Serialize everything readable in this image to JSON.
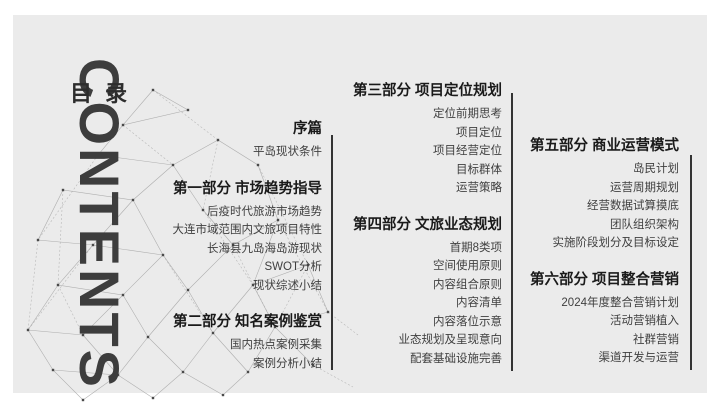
{
  "slide": {
    "title_en": "CONTENTS",
    "title_zh": "目录",
    "colors": {
      "page_background": "#ffffff",
      "slide_background": "#ebebeb",
      "title_en": "#3d3d3d",
      "title_zh": "#2d2d2d",
      "section_title": "#1a1a1a",
      "item_text": "#3f3f3f",
      "divider": "#333333",
      "network_line": "#a3a3a3",
      "network_node": "#4a4a4a"
    },
    "columns": [
      {
        "sections": [
          {
            "title": "序篇",
            "items": [
              "平岛现状条件"
            ]
          },
          {
            "title": "第一部分 市场趋势指导",
            "items": [
              "后疫时代旅游市场趋势",
              "大连市域范围内文旅项目特性",
              "长海县九岛海岛游现状",
              "SWOT分析",
              "现状综述小结"
            ]
          },
          {
            "title": "第二部分 知名案例鉴赏",
            "items": [
              "国内热点案例采集",
              "案例分析小结"
            ]
          }
        ]
      },
      {
        "sections": [
          {
            "title": "第三部分 项目定位规划",
            "items": [
              "定位前期思考",
              "项目定位",
              "项目经营定位",
              "目标群体",
              "运营策略"
            ]
          },
          {
            "title": "第四部分 文旅业态规划",
            "items": [
              "首期8类项",
              "空间使用原则",
              "内容组合原则",
              "内容清单",
              "内容落位示意",
              "业态规划及呈现意向",
              "配套基础设施完善"
            ]
          }
        ]
      },
      {
        "sections": [
          {
            "title": "第五部分 商业运营模式",
            "items": [
              "岛民计划",
              "运营周期规划",
              "经营数据试算摸底",
              "团队组织架构",
              "实施阶段划分及目标设定"
            ]
          },
          {
            "title": "第六部分 项目整合营销",
            "items": [
              "2024年度整合营销计划",
              "活动营销植入",
              "社群营销",
              "渠道开发与运营"
            ]
          }
        ]
      }
    ]
  }
}
